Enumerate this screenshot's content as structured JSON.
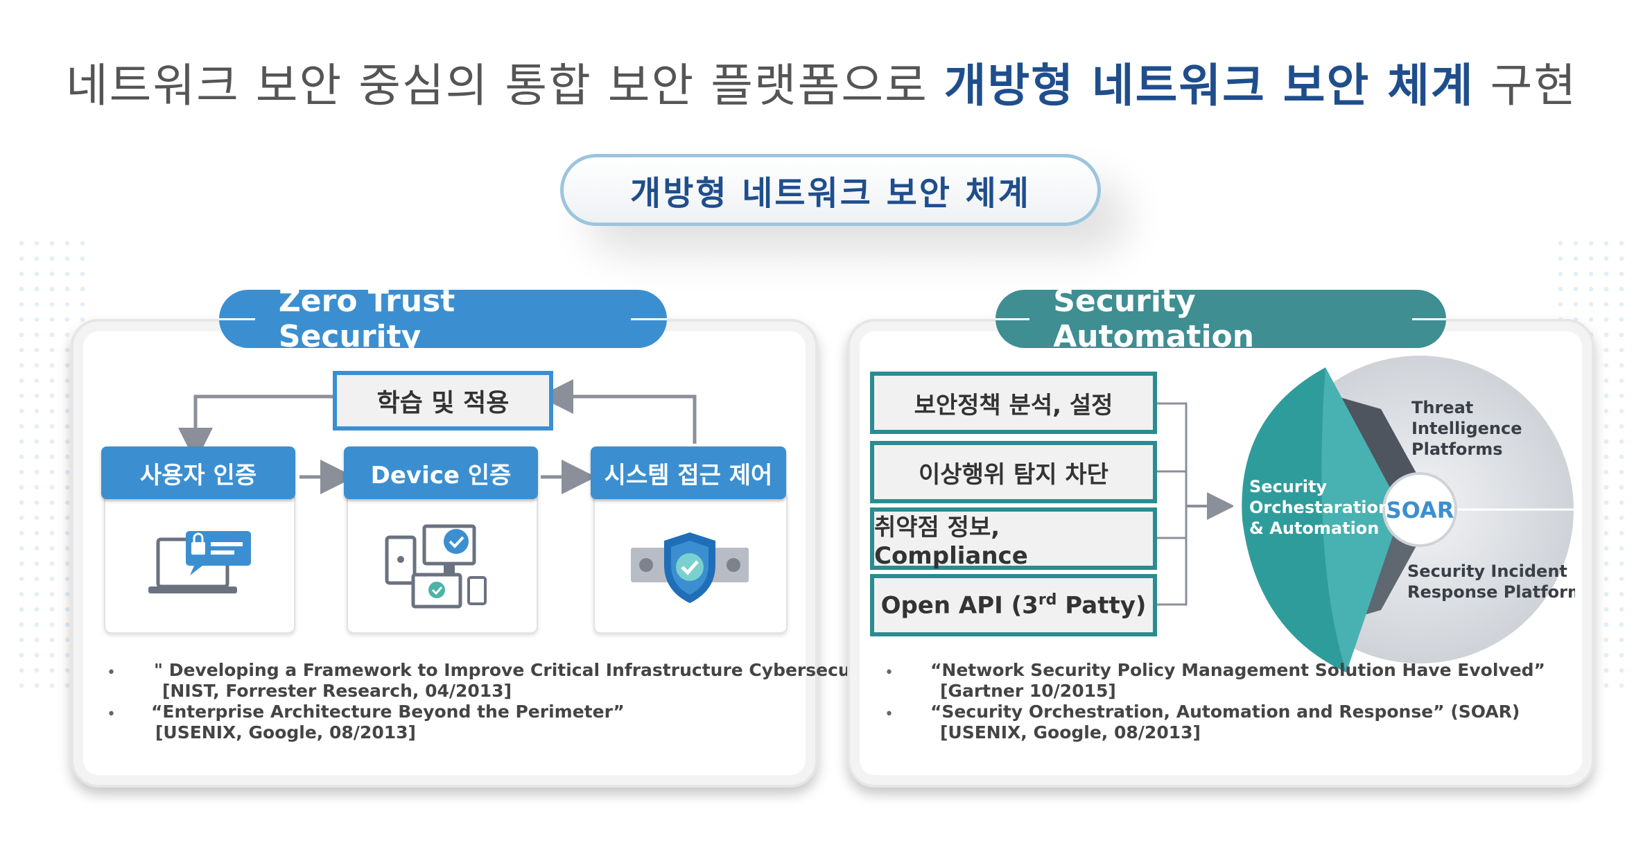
{
  "title": {
    "part1": "네트워크 보안 중심의 통합 보안 플랫폼으로 ",
    "highlight": "개방형 네트워크 보안 체계",
    "part2": " 구현"
  },
  "main_label": "개방형 네트워크 보안 체계",
  "left_panel": {
    "header": "Zero Trust Security",
    "loop_label": "학습 및 적용",
    "steps": [
      "사용자 인증",
      "Device 인증",
      "시스템 접근 제어"
    ],
    "refs": [
      {
        "bullet": "•",
        "title": "\" Developing a Framework to Improve Critical Infrastructure Cybersecurity”",
        "source": "[NIST, Forrester Research, 04/2013]"
      },
      {
        "bullet": "•",
        "title": "“Enterprise Architecture Beyond the Perimeter”",
        "source": "[USENIX, Google, 08/2013]"
      }
    ]
  },
  "right_panel": {
    "header": "Security Automation",
    "items": [
      "보안정책 분석, 설정",
      "이상행위 탐지 차단",
      "취약점 정보, Compliance"
    ],
    "api_item": {
      "prefix": "Open API (3",
      "sup": "rd",
      "suffix": " Patty)"
    },
    "soar": {
      "center": "SOAR",
      "segment_left": [
        "Security",
        "Orchestaration",
        "& Automation"
      ],
      "segment_top": [
        "Threat",
        "Intelligence",
        "Platforms"
      ],
      "segment_bottom": [
        "Security Incident",
        "Response Platforms"
      ]
    },
    "refs": [
      {
        "bullet": "•",
        "title": "“Network Security Policy Management Solution Have Evolved”",
        "source": "[Gartner 10/2015]"
      },
      {
        "bullet": "•",
        "title": "“Security Orchestration, Automation and Response” (SOAR)",
        "source": "[USENIX, Google, 08/2013]"
      }
    ]
  },
  "colors": {
    "title_highlight": "#1f4e8c",
    "blue_header": "#3b8fd0",
    "teal_header": "#3e8e92",
    "teal_border": "#2a8c90",
    "arrow": "#8b8f99"
  }
}
